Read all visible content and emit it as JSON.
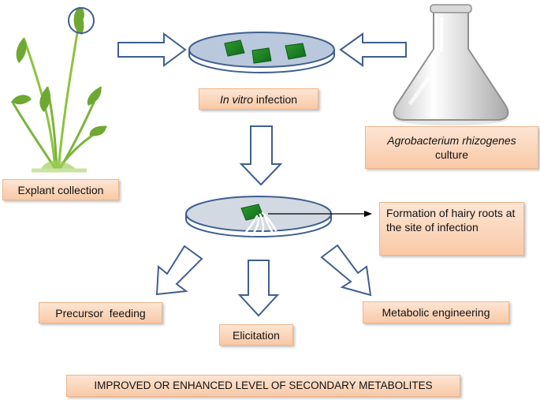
{
  "labels": {
    "explant": "Explant collection",
    "in_vitro_italic": "In vitro",
    "in_vitro_rest": " infection",
    "agro_italic": "Agrobacterium rhizogenes",
    "agro_rest": "culture",
    "hairy_roots": "Formation of hairy roots at the site of infection",
    "precursor": "Precursor  feeding",
    "elicitation": "Elicitation",
    "metabolic": "Metabolic engineering",
    "improved": "IMPROVED OR ENHANCED LEVEL OF SECONDARY METABOLITES"
  },
  "colors": {
    "box_fill": "#fbd3b6",
    "arrow_outline": "#3f5f8f",
    "dish_fill": "#b9c8dc",
    "leaf_green": "#2e8b2e",
    "plant_green": "#7db83a"
  },
  "icons": [
    "plant-icon",
    "petri-dish-icon",
    "flask-icon",
    "hairy-roots-icon"
  ]
}
